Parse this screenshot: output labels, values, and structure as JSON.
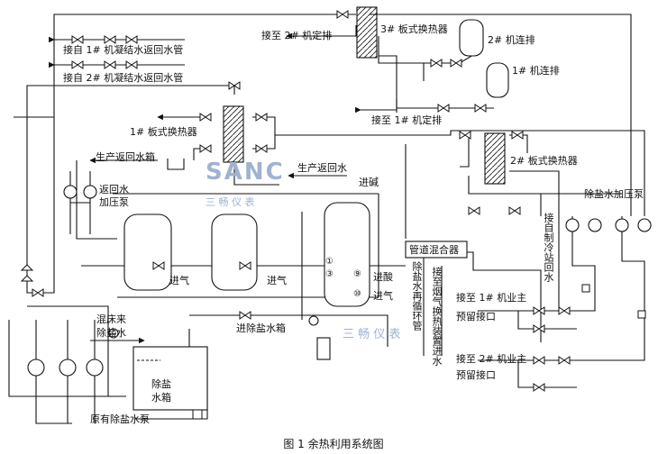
{
  "labels": {
    "to_2_fixed_drain": "接至 2# 机定排",
    "hx3": "3# 板式换热器",
    "blowdown2": "2# 机连排",
    "condensate1": "接自 1# 机凝结水返回水管",
    "blowdown1": "1# 机连排",
    "condensate2": "接自 2# 机凝结水返回水管",
    "to_1_fixed_drain": "接至 1# 机定排",
    "hx1": "1# 板式换热器",
    "hx2": "2# 板式换热器",
    "return_tank": "生产返回水箱",
    "return_water": "生产返回水",
    "return_pump_line1": "返回水",
    "return_pump_line2": "加压泵",
    "alkali_in": "进碱",
    "desalt_boost_pump": "除盐水加压泵",
    "pipe_mixer": "管道混合器",
    "air_in_1": "进气",
    "air_in_2": "进气",
    "acid_in": "进酸",
    "air_in_3": "进气",
    "to_desalt_tank": "进除盐水箱",
    "mixed_bed_line1": "混床来",
    "mixed_bed_line2": "除盐水",
    "desalt_tank_line1": "除盐",
    "desalt_tank_line2": "水箱",
    "old_pumps": "原有除盐水泵",
    "to_1_main": "接至 1# 机业主",
    "reserved_1": "预留接口",
    "to_2_main": "接至 2# 机业主",
    "reserved_2": "预留接口",
    "self_cooling_return": "接自制冷站回水",
    "desalt_recirc": "除盐水再循环管",
    "to_flue_gas_hx": "接至烟气换热装置进水",
    "pump_tag_1": "①",
    "pump_tag_2": "③",
    "pump_tag_3": "⑨",
    "pump_tag_4": "⑩",
    "tag_lg": "LG"
  },
  "watermark": {
    "brand": "SANC",
    "cn": "三 畅 仪 表",
    "cn2": "三 畅 仪 表"
  },
  "caption": "图 1    余热利用系统图"
}
